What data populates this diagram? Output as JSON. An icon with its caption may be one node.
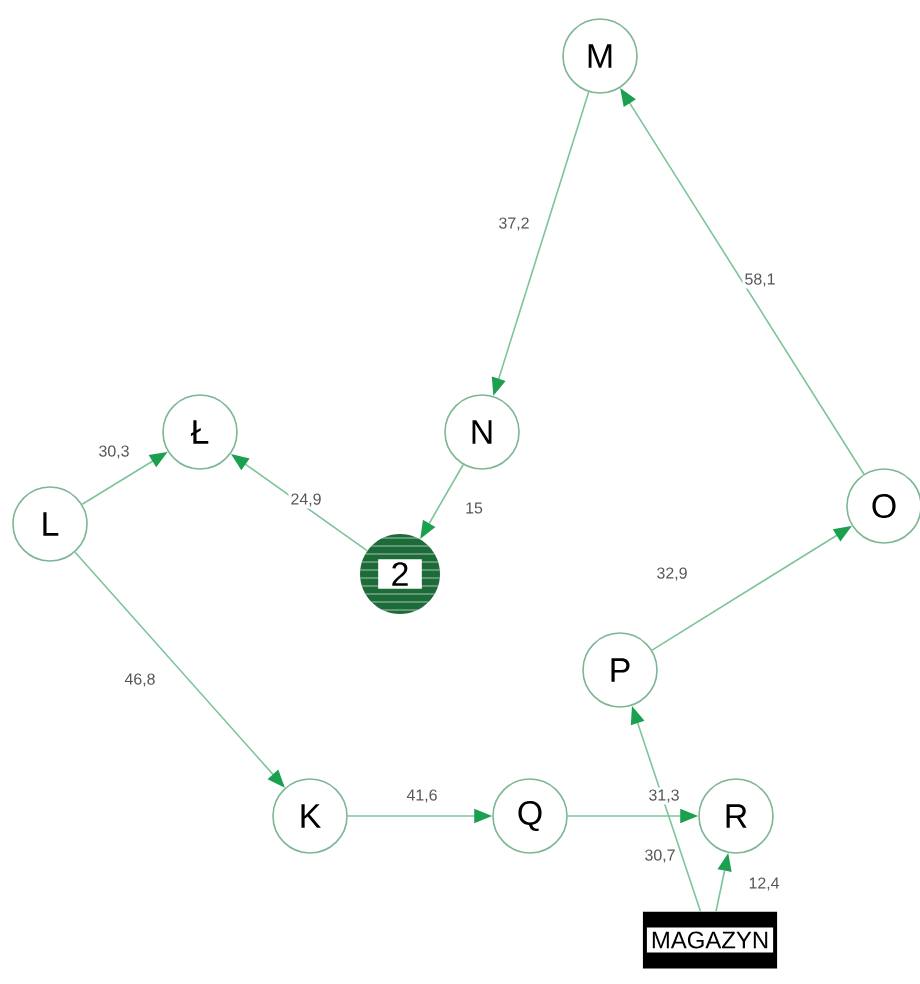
{
  "diagram": {
    "nodes": [
      {
        "text": [
          "M"
        ]
      },
      {
        "text": [
          "Ł"
        ]
      },
      {
        "text": [
          "N"
        ]
      },
      {
        "text": [
          "L"
        ]
      },
      {
        "text": [
          "2"
        ]
      },
      {
        "text": [
          "O"
        ]
      },
      {
        "text": [
          "P"
        ]
      },
      {
        "text": [
          "K"
        ]
      },
      {
        "text": [
          "Q"
        ]
      },
      {
        "text": [
          "R"
        ]
      },
      {
        "text": [
          "MAGAZYN"
        ]
      }
    ],
    "edges": [
      {
        "from": 10,
        "to": 9,
        "arrow": "to",
        "label": "12,4"
      },
      {
        "from": 10,
        "to": 6,
        "arrow": "to",
        "label": "30,7"
      },
      {
        "from": 6,
        "to": 5,
        "arrow": "to",
        "label": "32,9"
      },
      {
        "from": 5,
        "to": 0,
        "arrow": "to",
        "label": "58,1"
      },
      {
        "from": 0,
        "to": 2,
        "arrow": "to",
        "label": "37,2"
      },
      {
        "from": 2,
        "to": 4,
        "arrow": "to",
        "label": "15"
      },
      {
        "from": 4,
        "to": 1,
        "arrow": "to",
        "label": "24,9"
      },
      {
        "from": 3,
        "to": 1,
        "arrow": "to",
        "label": "30,3"
      },
      {
        "from": 3,
        "to": 7,
        "arrow": "to",
        "label": "46,8"
      },
      {
        "from": 7,
        "to": 8,
        "arrow": "to",
        "label": "41,6"
      },
      {
        "from": 8,
        "to": 9,
        "arrow": "to",
        "label": "31,3"
      }
    ]
  }
}
